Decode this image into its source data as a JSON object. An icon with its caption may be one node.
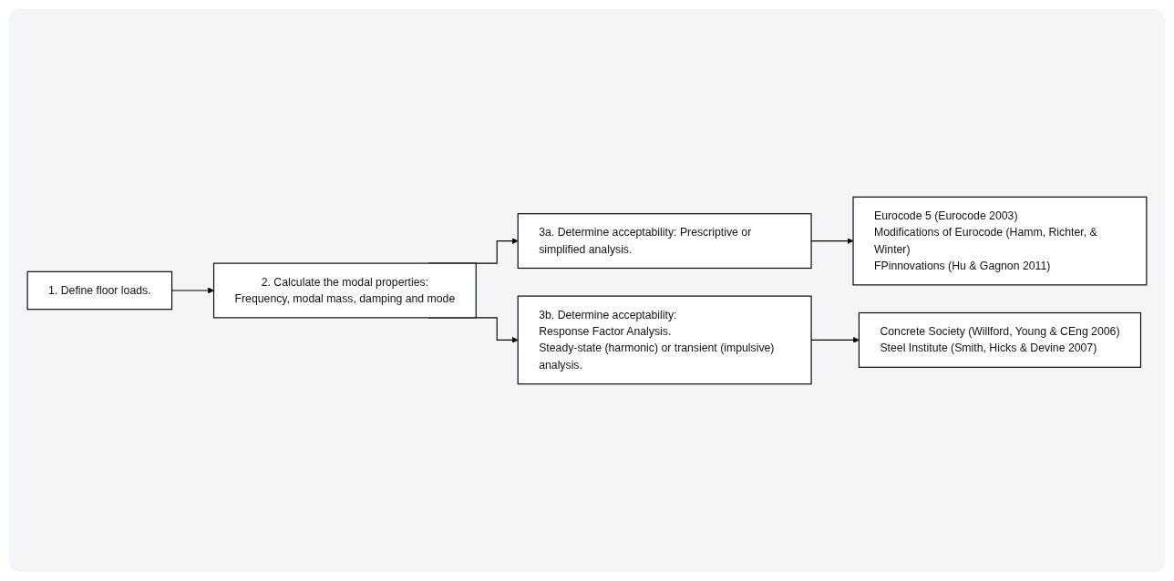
{
  "diagram": {
    "nodes": [
      {
        "text": [
          "1. Define floor loads."
        ]
      },
      {
        "text": [
          "2. Calculate the modal properties:",
          "Frequency, modal mass, damping and mode"
        ]
      },
      {
        "text": [
          "3a. Determine acceptability: Prescriptive or simplified analysis."
        ]
      },
      {
        "text": [
          "Eurocode 5 (Eurocode 2003)",
          "Modifications of Eurocode (Hamm, Richter, & Winter)",
          "FPinnovations (Hu & Gagnon 2011)"
        ]
      },
      {
        "text": [
          "3b. Determine acceptability:",
          "Response Factor Analysis.",
          "Steady-state (harmonic) or transient (impulsive) analysis."
        ]
      },
      {
        "text": [
          "Concrete Society (Willford, Young & CEng 2006)",
          "Steel Institute (Smith, Hicks & Devine 2007)"
        ]
      }
    ],
    "edges": [
      {
        "from": 0,
        "to": 1,
        "arrow": "to"
      },
      {
        "from": 1,
        "to": 2,
        "arrow": "to"
      },
      {
        "from": 1,
        "to": 4,
        "arrow": "to"
      },
      {
        "from": 2,
        "to": 3,
        "arrow": "to"
      },
      {
        "from": 4,
        "to": 5,
        "arrow": "to"
      }
    ]
  }
}
